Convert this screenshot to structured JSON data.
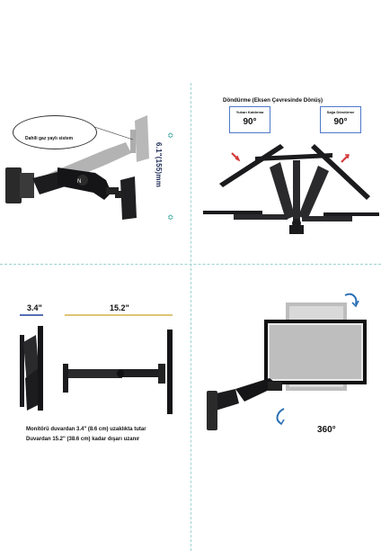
{
  "top_left": {
    "gas_label": "Dahili gaz yaylı sistem",
    "height_label": "6.1\"(155)mm",
    "colors": {
      "arm": "#1c1c1e",
      "arm_light": "#6f6f6f",
      "wall_plate": "#2a2a2a",
      "accent": "#1a9a8e"
    }
  },
  "top_right": {
    "title": "Döndürme (Eksen Çevresinde Dönüş)",
    "left_box": {
      "label": "Yukarı Katdırma",
      "value": "90°"
    },
    "right_box": {
      "label": "Sağa Döndürme",
      "value": "90°"
    },
    "colors": {
      "box_border": "#4f79c8",
      "arrow": "#d33b3b"
    }
  },
  "bottom_left": {
    "dim_small": "3.4\"",
    "dim_large": "15.2\"",
    "description_line1": "Monitörü duvardan 3.4\" (8.6 cm) uzaklıkta tutar",
    "description_line2": "Duvardan 15.2\" (38.6 cm) kadar dışarı uzanır",
    "colors": {
      "dim_small_line": "#1f3e9b",
      "dim_large_line": "#d4b24a"
    }
  },
  "bottom_right": {
    "rotation_label": "360°",
    "colors": {
      "arrow": "#2a6fb6",
      "screen_ghost": "#bfbfbf",
      "screen": "#e9e9e9"
    }
  }
}
